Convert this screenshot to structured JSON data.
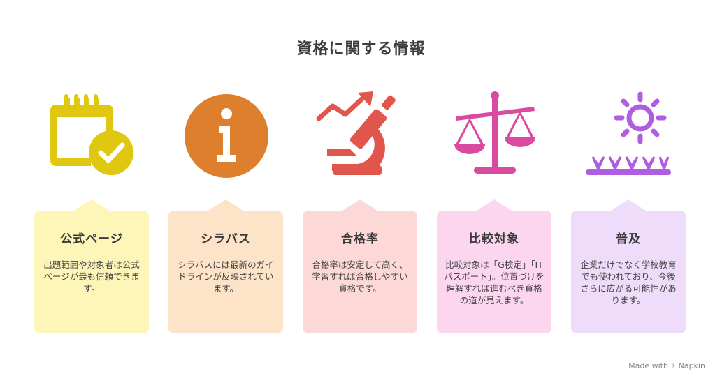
{
  "title": "資格に関する情報",
  "items": [
    {
      "title": "公式ページ",
      "description": "出題範囲や対象者は公式ページが最も信頼できます。",
      "icon": "calendar-check-icon",
      "color": "#e0c810",
      "bg": "#fdf6b8"
    },
    {
      "title": "シラバス",
      "description": "シラバスには最新のガイドラインが反映されています。",
      "icon": "info-icon",
      "color": "#de7f2e",
      "bg": "#fde3c8"
    },
    {
      "title": "合格率",
      "description": "合格率は安定して高く、学習すれば合格しやすい資格です。",
      "icon": "microscope-trend-icon",
      "color": "#e0564c",
      "bg": "#fcd9d6"
    },
    {
      "title": "比較対象",
      "description": "比較対象は「G検定」「ITパスポート」。位置づけを理解すれば進むべき資格の道が見えます。",
      "icon": "scale-icon",
      "color": "#d94aa0",
      "bg": "#fbd6ee"
    },
    {
      "title": "普及",
      "description": "企業だけでなく学校教育でも使われており、今後さらに広がる可能性があります。",
      "icon": "sun-sprout-icon",
      "color": "#b05ee0",
      "bg": "#efdcfb"
    }
  ],
  "brand": "Made with ⚡ Napkin"
}
